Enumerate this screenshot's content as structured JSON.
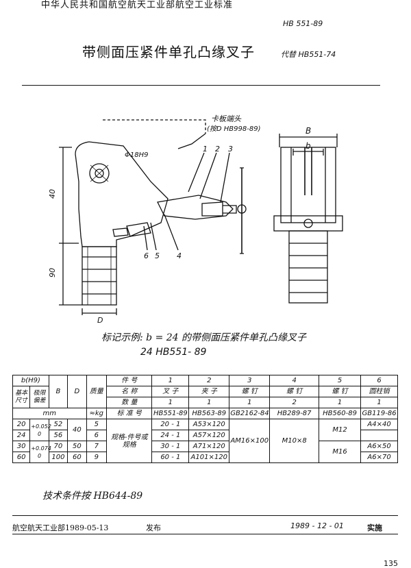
{
  "header": {
    "top_line": "中华人民共和国航空航天工业部航空工业标准",
    "std_no": "HB 551-89",
    "title": "带侧面压紧件单孔凸缘叉子",
    "replaces": "代替 HB551-74"
  },
  "drawing": {
    "callout_top": "卡板端头",
    "callout_ref": "(按D HB998-89)",
    "hole_label": "Φ18H9",
    "nums": [
      "1",
      "2",
      "3",
      "4",
      "5",
      "6"
    ],
    "dims": {
      "d40": "40",
      "d90": "90",
      "D": "D",
      "B": "B",
      "b": "b"
    }
  },
  "example": {
    "line1": "标记示例:  b = 24 的带侧面压紧件单孔凸缘叉子",
    "line2": "24   HB551- 89"
  },
  "table": {
    "h_b": "b(H9)",
    "h_nominal": "基本尺寸",
    "h_dev": "极限偏差",
    "h_B": "B",
    "h_D": "D",
    "h_mass": "质量",
    "h_part": "件  号",
    "h_name": "名  称",
    "h_qty": "数  量",
    "h_std": "标 准 号",
    "unit_mm": "mm",
    "unit_kg": "≈kg",
    "part_nums": [
      "1",
      "2",
      "3",
      "4",
      "5",
      "6"
    ],
    "part_names": [
      "叉  子",
      "夹  子",
      "螺  钉",
      "螺  钉",
      "螺  钉",
      "圆柱销"
    ],
    "qtys": [
      "1",
      "1",
      "1",
      "2",
      "1",
      "1"
    ],
    "stds": [
      "HB551-89",
      "HB563-89",
      "GB2162-84",
      "HB289-87",
      "HB560-89",
      "GB119-86"
    ],
    "spec_label": "规格-件号或规格",
    "rows": [
      {
        "b": "20",
        "B": "52",
        "D": "40",
        "m": "5",
        "p1": "20 - 1",
        "p2": "A53×120"
      },
      {
        "b": "24",
        "B": "56",
        "D": "",
        "m": "6",
        "p1": "24 - 1",
        "p2": "A57×120"
      },
      {
        "b": "30",
        "B": "70",
        "D": "50",
        "m": "7",
        "p1": "30 - 1",
        "p2": "A71×120"
      },
      {
        "b": "60",
        "B": "100",
        "D": "60",
        "m": "9",
        "p1": "60 - 1",
        "p2": "A101×120"
      }
    ],
    "dev_a": "+0.052 0",
    "dev_b": "+0.074 0",
    "p3": "AM16×100",
    "p4": "M10×8",
    "p5_a": "M12",
    "p5_b": "M16",
    "p6": [
      "A4×40",
      "",
      "A6×50",
      "A6×70"
    ]
  },
  "tech": "技术条件按 HB644-89",
  "footer": {
    "issuer": "航空航天工业部1989-05-13",
    "publish": "发布",
    "impl_date": "1989 - 12 - 01",
    "impl": "实施",
    "page": "135"
  }
}
